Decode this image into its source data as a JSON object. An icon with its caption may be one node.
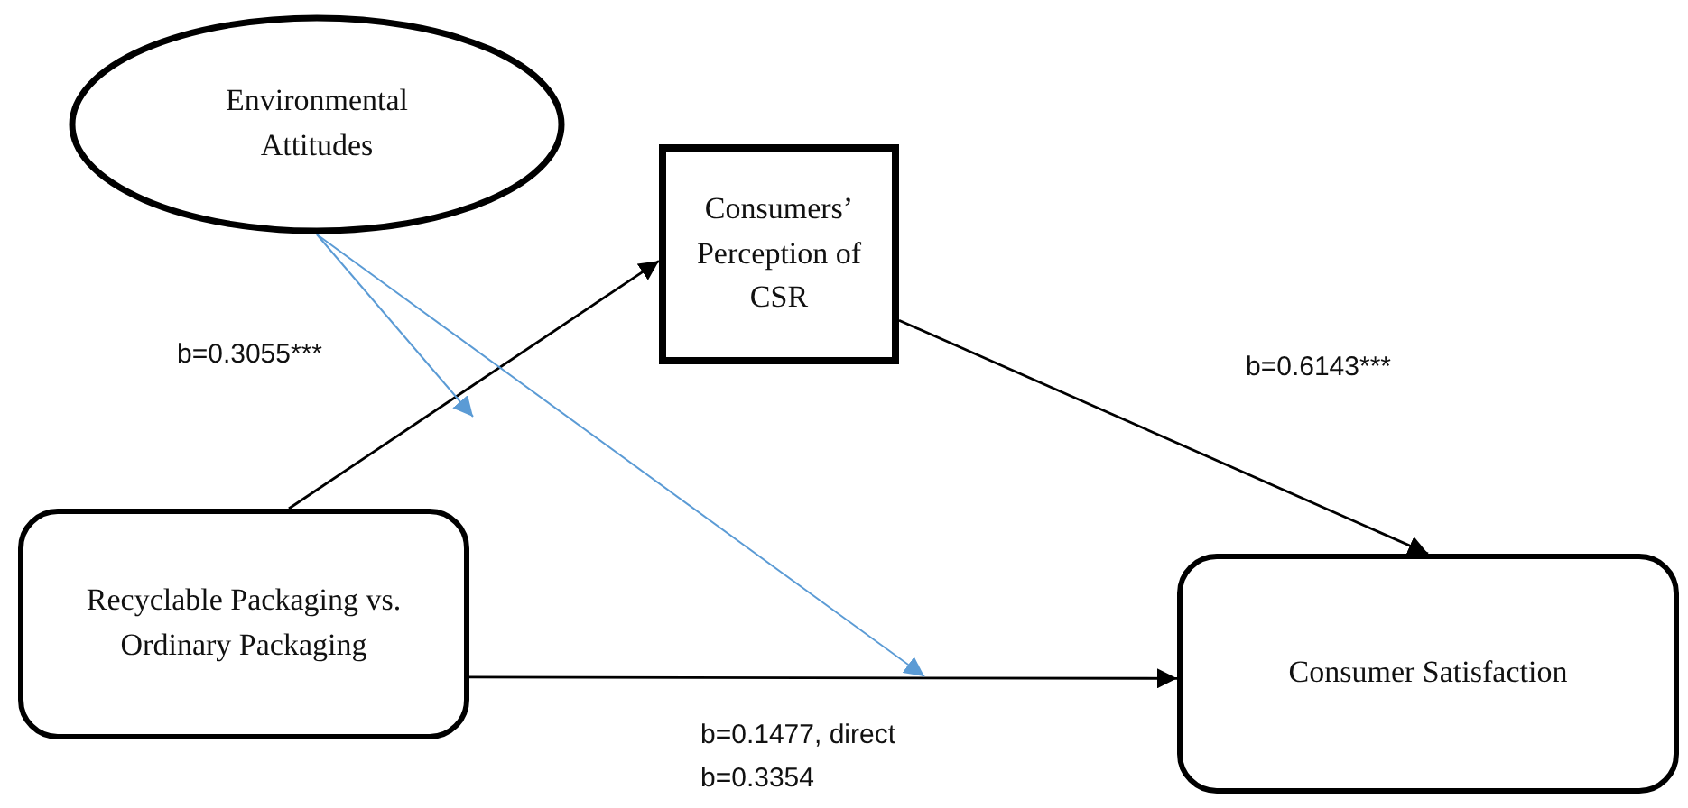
{
  "diagram": {
    "nodes": [
      {
        "text": [
          "Environmental Attitudes"
        ]
      },
      {
        "text": [
          "Consumers’ Perception of CSR"
        ]
      },
      {
        "text": [
          "Recyclable Packaging vs. Ordinary Packaging"
        ]
      },
      {
        "text": [
          "Consumer Satisfaction"
        ]
      }
    ],
    "edges": [
      {
        "from": 2,
        "to": 1,
        "arrow": "to",
        "label": "b=0.3055***"
      },
      {
        "from": 1,
        "to": 3,
        "arrow": "to",
        "label": "b=0.6143***"
      },
      {
        "from": 2,
        "to": 3,
        "arrow": "to",
        "label": "b=0.1477, direct b=0.3354"
      },
      {
        "from": 0,
        "to": null,
        "arrow": "to",
        "color": "#5b9bd5"
      },
      {
        "from": 0,
        "to": null,
        "arrow": "to",
        "color": "#5b9bd5"
      }
    ]
  }
}
